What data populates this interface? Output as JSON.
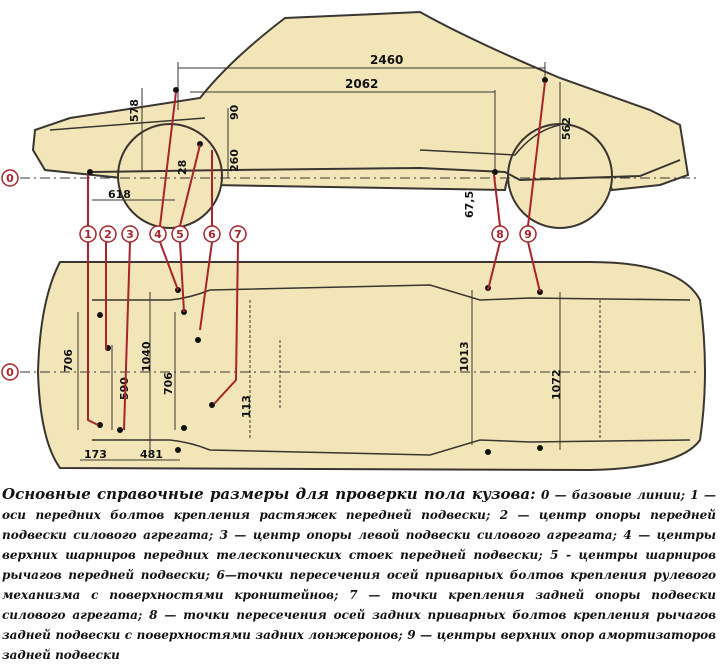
{
  "diagram": {
    "dims": {
      "top_2460": "2460",
      "top_2062": "2062",
      "top_578": "578",
      "top_90": "90",
      "top_260": "260",
      "top_28": "28",
      "top_618": "618",
      "top_562": "562",
      "top_67_5": "67,5",
      "bot_706_left": "706",
      "bot_590": "590",
      "bot_1040": "1040",
      "bot_706_mid": "706",
      "bot_113": "113",
      "bot_173": "173",
      "bot_481": "481",
      "bot_1013": "1013",
      "bot_1072": "1072"
    },
    "markers": {
      "zero_top": "0",
      "zero_bottom": "0",
      "m1": "1",
      "m2": "2",
      "m3": "3",
      "m4": "4",
      "m5": "5",
      "m6": "6",
      "m7": "7",
      "m8": "8",
      "m9": "9"
    },
    "colors": {
      "body": "#f2e6b8",
      "line": "#3a3530",
      "red": "#a8242a"
    }
  },
  "caption": {
    "heading": "Основные справочные размеры для проверки пола кузова:",
    "text": " 0 — базовые линии; 1 — оси передних болтов крепления растяжек передней подвески; 2 — центр опоры передней подвески силового агрегата; 3 — центр опоры левой подвески силового агрегата; 4 — центры верхних шарниров передних телескопических стоек передней подвески; 5 - центры шарниров рычагов передней подвески; 6—точки пересечения осей приварных болтов крепления рулевого механизма с поверхностями кронштейнов; 7 — точки крепления задней опоры подвески силового агрегата; 8 — точки пересечения осей задних приварных болтов крепления рычагов задней подвески с поверхностями задних лонжеронов; 9 — центры верхних опор амортизаторов задней подвески"
  }
}
